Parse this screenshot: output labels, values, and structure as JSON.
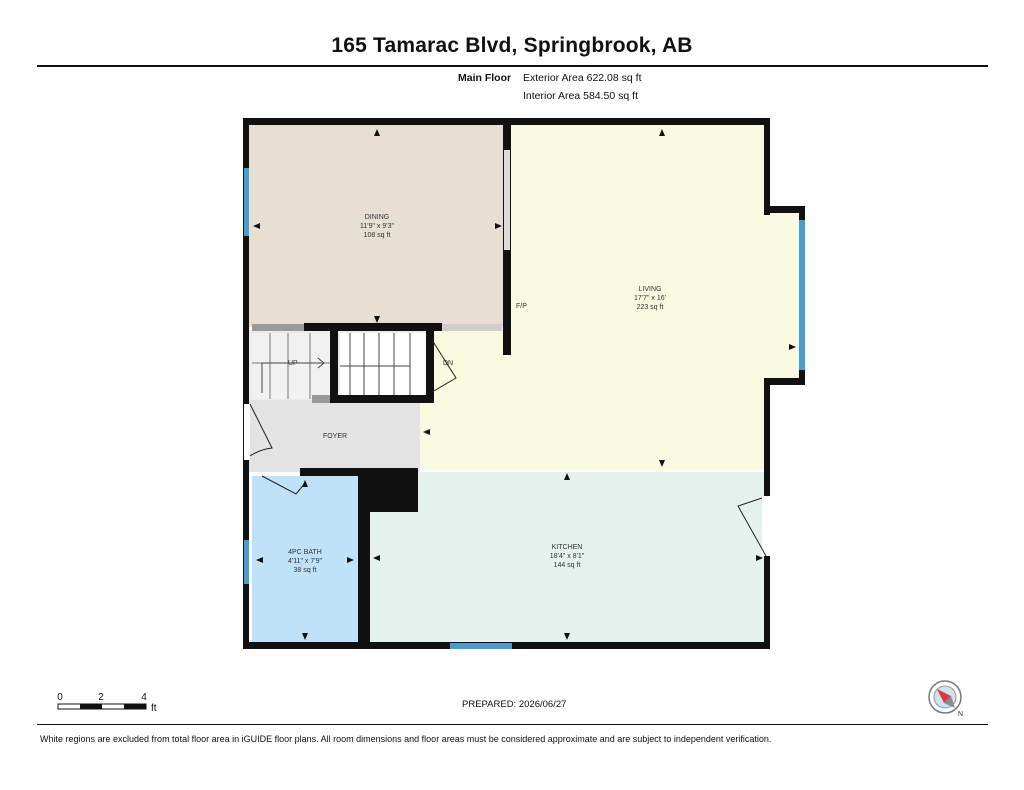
{
  "header": {
    "title": "165 Tamarac Blvd, Springbrook, AB",
    "floor": "Main Floor",
    "exterior_area": "Exterior Area 622.08 sq ft",
    "interior_area": "Interior Area 584.50 sq ft"
  },
  "rooms": {
    "dining": {
      "name": "DINING",
      "dims": "11'9\" x 9'3\"",
      "area": "108 sq ft",
      "color": "#e6dfd2"
    },
    "living": {
      "name": "LIVING",
      "dims": "17'7\" x 16'",
      "area": "223 sq ft",
      "color": "#fafae0"
    },
    "kitchen": {
      "name": "KITCHEN",
      "dims": "18'4\" x 8'1\"",
      "area": "144 sq ft",
      "color": "#e4f1ec"
    },
    "bath": {
      "name": "4PC BATH",
      "dims": "4'11\" x 7'9\"",
      "area": "38 sq ft",
      "color": "#bfe2f8"
    },
    "foyer": {
      "name": "FOYER",
      "color": "#e3e3e3"
    }
  },
  "labels": {
    "fireplace": "F/P",
    "stairs_up": "UP",
    "stairs_down": "DN"
  },
  "colors": {
    "wall": "#111111",
    "window": "#4a9ccc"
  },
  "scale": {
    "ticks": [
      "0",
      "2",
      "4"
    ],
    "unit": "ft"
  },
  "compass_icon": "compass-icon",
  "footer": {
    "prepared": "PREPARED: 2026/06/27",
    "disclaimer": "White regions are excluded from total floor area in iGUIDE floor plans. All room dimensions and floor areas must be considered approximate and are subject to independent verification."
  }
}
